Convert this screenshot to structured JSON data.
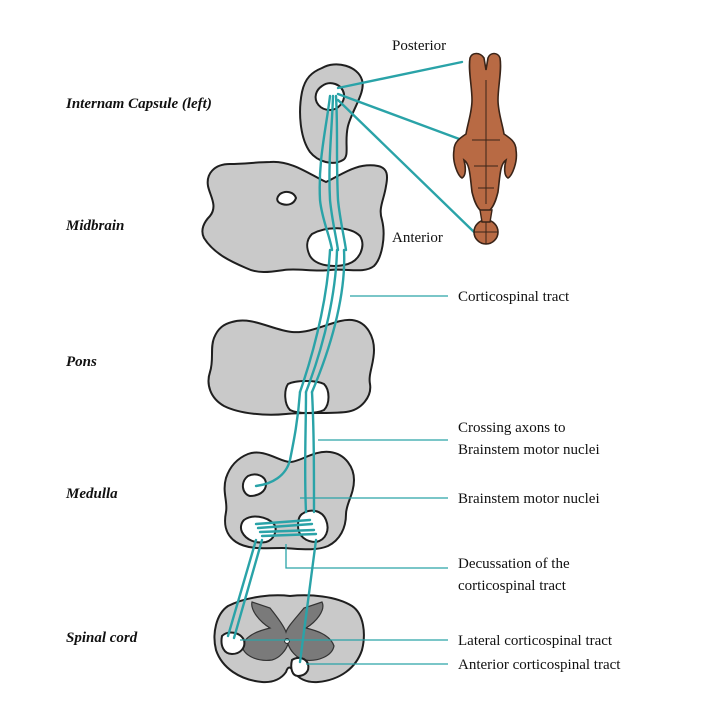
{
  "levels": {
    "capsule": "Internam Capsule (left)",
    "midbrain": "Midbrain",
    "pons": "Pons",
    "medulla": "Medulla",
    "spinal": "Spinal cord"
  },
  "body_orientation": {
    "posterior": "Posterior",
    "anterior": "Anterior"
  },
  "annotations": {
    "corticospinal": "Corticospinal tract",
    "crossing_1": "Crossing axons to",
    "crossing_2": "Brainstem motor nuclei",
    "brainstem_nuclei": "Brainstem motor nuclei",
    "decussation_1": "Decussation of the",
    "decussation_2": "corticospinal tract",
    "lateral": "Lateral corticospinal tract",
    "anterior": "Anterior corticospinal tract"
  },
  "colors": {
    "fiber": "#2aa3a8",
    "section_fill": "#c9c9c9",
    "gray_matter": "#7a7a7a",
    "figure_skin": "#b86a44"
  }
}
